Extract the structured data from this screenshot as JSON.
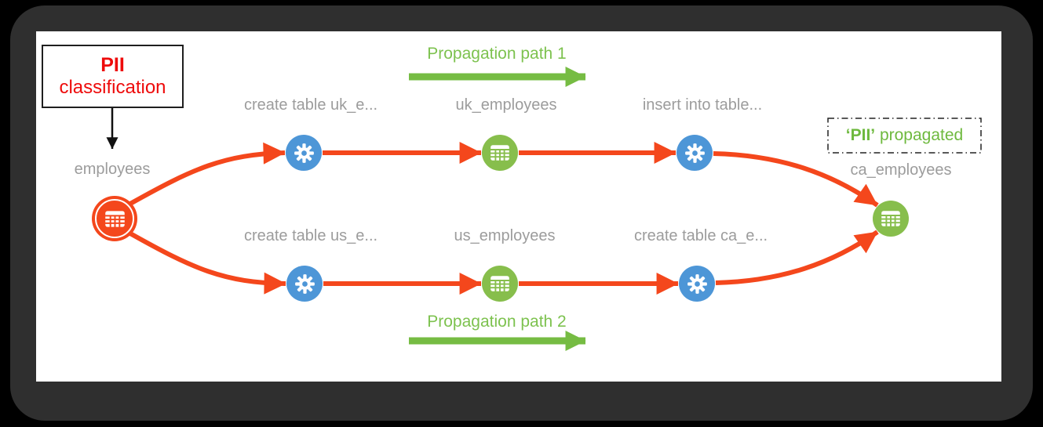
{
  "annotations": {
    "pii_classification": {
      "title": "PII",
      "subtitle": "classification"
    },
    "pii_propagated": {
      "tag_quoted": "‘PII’",
      "rest": " propagated"
    },
    "propagation_path_1": "Propagation path 1",
    "propagation_path_2": "Propagation path 2"
  },
  "nodes": [
    {
      "id": "employees",
      "label": "employees",
      "type": "table",
      "icon": "table-icon",
      "highlighted": true
    },
    {
      "id": "create_table_uk",
      "label": "create table uk_e...",
      "type": "process",
      "icon": "gear-icon"
    },
    {
      "id": "uk_employees",
      "label": "uk_employees",
      "type": "table",
      "icon": "table-icon"
    },
    {
      "id": "insert_into_table",
      "label": "insert into table...",
      "type": "process",
      "icon": "gear-icon"
    },
    {
      "id": "ca_employees",
      "label": "ca_employees",
      "type": "table",
      "icon": "table-icon"
    },
    {
      "id": "create_table_us",
      "label": "create table us_e...",
      "type": "process",
      "icon": "gear-icon"
    },
    {
      "id": "us_employees",
      "label": "us_employees",
      "type": "table",
      "icon": "table-icon"
    },
    {
      "id": "create_table_ca",
      "label": "create table ca_e...",
      "type": "process",
      "icon": "gear-icon"
    }
  ],
  "colors": {
    "edge": "#f4471c",
    "table_node": "#87be4c",
    "process_node": "#4d96d7",
    "source_node": "#f4471c",
    "green_text": "#74bd43",
    "label_gray": "#9c9c9c",
    "classification_red": "#ee0b0b"
  }
}
